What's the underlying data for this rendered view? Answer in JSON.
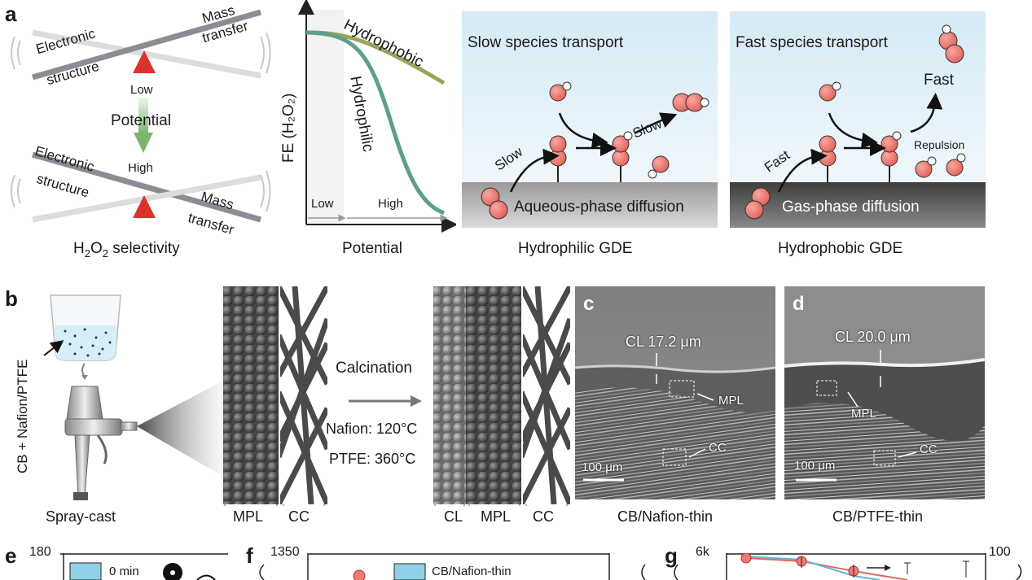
{
  "panel_a": {
    "letter": "a",
    "seesaw_top": {
      "left_label_1": "Electronic",
      "left_label_2": "structure",
      "right_label_1": "Mass",
      "right_label_2": "transfer"
    },
    "low": "Low",
    "potential": "Potential",
    "high": "High",
    "seesaw_bottom": {
      "left_label_1": "Electronic",
      "left_label_2": "structure",
      "right_label_1": "Mass",
      "right_label_2": "transfer"
    },
    "caption_pre": "H",
    "caption_sub1": "2",
    "caption_mid": "O",
    "caption_sub2": "2",
    "caption_post": " selectivity"
  },
  "panel_a_plot": {
    "ylabel": "FE (H₂O₂)",
    "xlabel": "Potential",
    "curve_hydrophobic": "Hydrophobic",
    "curve_hydrophilic": "Hydrophilic",
    "region_low": "Low",
    "region_high": "High"
  },
  "panel_a_hydrophilic": {
    "title": "Slow species transport",
    "slow1": "Slow",
    "slow2": "Slow",
    "bottom": "Aqueous-phase diffusion",
    "caption": "Hydrophilic GDE"
  },
  "panel_a_hydrophobic": {
    "title": "Fast species transport",
    "fast1": "Fast",
    "fast2": "Fast",
    "repulsion": "Repulsion",
    "bottom": "Gas-phase diffusion",
    "caption": "Hydrophobic GDE"
  },
  "panel_b": {
    "letter": "b",
    "vertical_label": "CB + Nafion/PTFE",
    "spray_caption": "Spray-cast",
    "mpl": "MPL",
    "cc": "CC",
    "calcination": "Calcination",
    "nafion_temp": "Nafion: 120°C",
    "ptfe_temp": "PTFE: 360°C",
    "cl2": "CL",
    "mpl2": "MPL",
    "cc2": "CC"
  },
  "panel_c": {
    "letter": "c",
    "cl": "CL 17.2 μm",
    "mpl": "MPL",
    "cc": "CC",
    "scale": "100 μm",
    "caption": "CB/Nafion-thin"
  },
  "panel_d": {
    "letter": "d",
    "cl": "CL 20.0 μm",
    "mpl": "MPL",
    "cc": "CC",
    "scale": "100 μm",
    "caption": "CB/PTFE-thin"
  },
  "panel_e": {
    "letter": "e",
    "ytick": "180",
    "legend": "0 min"
  },
  "panel_f": {
    "letter": "f",
    "ytick": "1350",
    "legend": "CB/Nafion-thin"
  },
  "panel_g": {
    "letter": "g",
    "ytick_left": "6k",
    "ytick_right": "100"
  },
  "colors": {
    "sky_top": "#d8ecf6",
    "sky_bottom": "#eef7fb",
    "particle": "#ee7c70",
    "triangle": "#d9342b",
    "hydrophobic_curve": "#9ea25a",
    "hydrophilic_curve": "#5f9e8e",
    "legend_blue": "#8fd0e8"
  }
}
